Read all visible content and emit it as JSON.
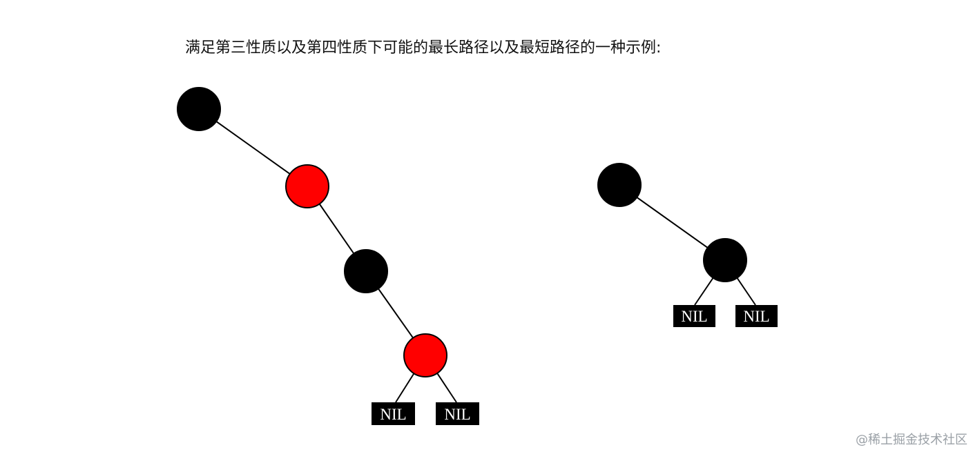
{
  "caption": "满足第三性质以及第四性质下可能的最长路径以及最短路径的一种示例:",
  "watermark": "@稀土掘金技术社区",
  "colors": {
    "black_node": "#000000",
    "red_node": "#ff0000",
    "edge": "#000000",
    "nil_bg": "#000000",
    "nil_text": "#ffffff"
  },
  "trees": {
    "longest_path": {
      "nodes": [
        {
          "id": "a1",
          "color": "black"
        },
        {
          "id": "a2",
          "color": "red"
        },
        {
          "id": "a3",
          "color": "black"
        },
        {
          "id": "a4",
          "color": "red"
        }
      ],
      "nil_leaves": [
        "NIL",
        "NIL"
      ]
    },
    "shortest_path": {
      "nodes": [
        {
          "id": "b1",
          "color": "black"
        },
        {
          "id": "b2",
          "color": "black"
        }
      ],
      "nil_leaves": [
        "NIL",
        "NIL"
      ]
    }
  }
}
